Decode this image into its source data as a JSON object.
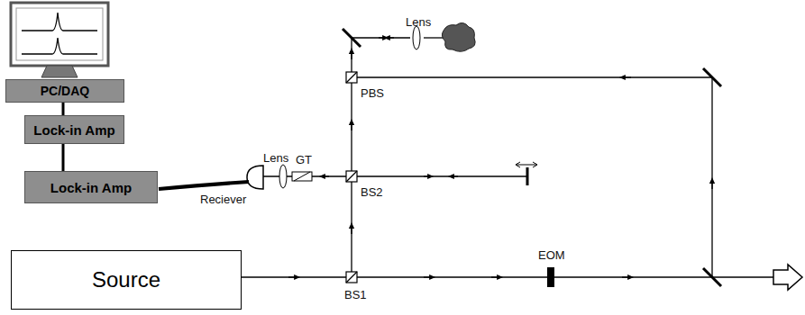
{
  "diagram": {
    "nodes": [
      {
        "text": [
          "PC/DAQ"
        ]
      },
      {
        "text": [
          "Lock-in Amp"
        ]
      },
      {
        "text": [
          "Lock-in Amp"
        ]
      },
      {
        "text": [
          "Source"
        ]
      }
    ],
    "edges": [
      {
        "from": 0,
        "to": 1,
        "arrow": "none"
      },
      {
        "from": 1,
        "to": 2,
        "arrow": "none"
      }
    ],
    "labels": [
      "Lens",
      "PBS",
      "Lens",
      "GT",
      "BS2",
      "Reciever",
      "BS1",
      "EOM"
    ]
  }
}
